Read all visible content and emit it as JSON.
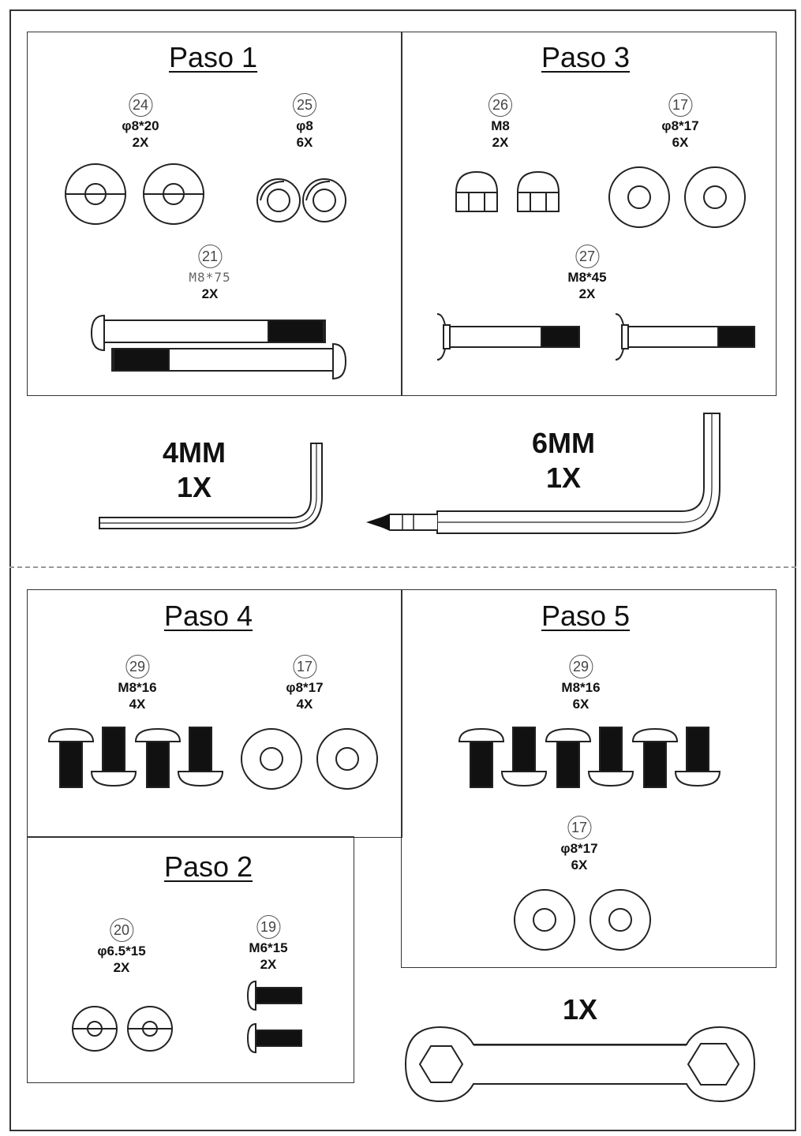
{
  "steps": {
    "paso1": {
      "title": "Paso 1",
      "parts": [
        {
          "num": "24",
          "spec": "φ8*20",
          "qty": "2X"
        },
        {
          "num": "25",
          "spec": "φ8",
          "qty": "6X"
        },
        {
          "num": "21",
          "spec": "M8*75",
          "qty": "2X"
        }
      ]
    },
    "paso3": {
      "title": "Paso 3",
      "parts": [
        {
          "num": "26",
          "spec": "M8",
          "qty": "2X"
        },
        {
          "num": "17",
          "spec": "φ8*17",
          "qty": "6X"
        },
        {
          "num": "27",
          "spec": "M8*45",
          "qty": "2X"
        }
      ]
    },
    "paso4": {
      "title": "Paso 4",
      "parts": [
        {
          "num": "29",
          "spec": "M8*16",
          "qty": "4X"
        },
        {
          "num": "17",
          "spec": "φ8*17",
          "qty": "4X"
        }
      ]
    },
    "paso5": {
      "title": "Paso 5",
      "parts": [
        {
          "num": "29",
          "spec": "M8*16",
          "qty": "6X"
        },
        {
          "num": "17",
          "spec": "φ8*17",
          "qty": "6X"
        }
      ]
    },
    "paso2": {
      "title": "Paso 2",
      "parts": [
        {
          "num": "20",
          "spec": "φ6.5*15",
          "qty": "2X"
        },
        {
          "num": "19",
          "spec": "M6*15",
          "qty": "2X"
        }
      ]
    }
  },
  "tools": {
    "allen4": {
      "size": "4MM",
      "qty": "1X"
    },
    "allen6": {
      "size": "6MM",
      "qty": "1X"
    },
    "wrench": {
      "qty": "1X"
    }
  }
}
